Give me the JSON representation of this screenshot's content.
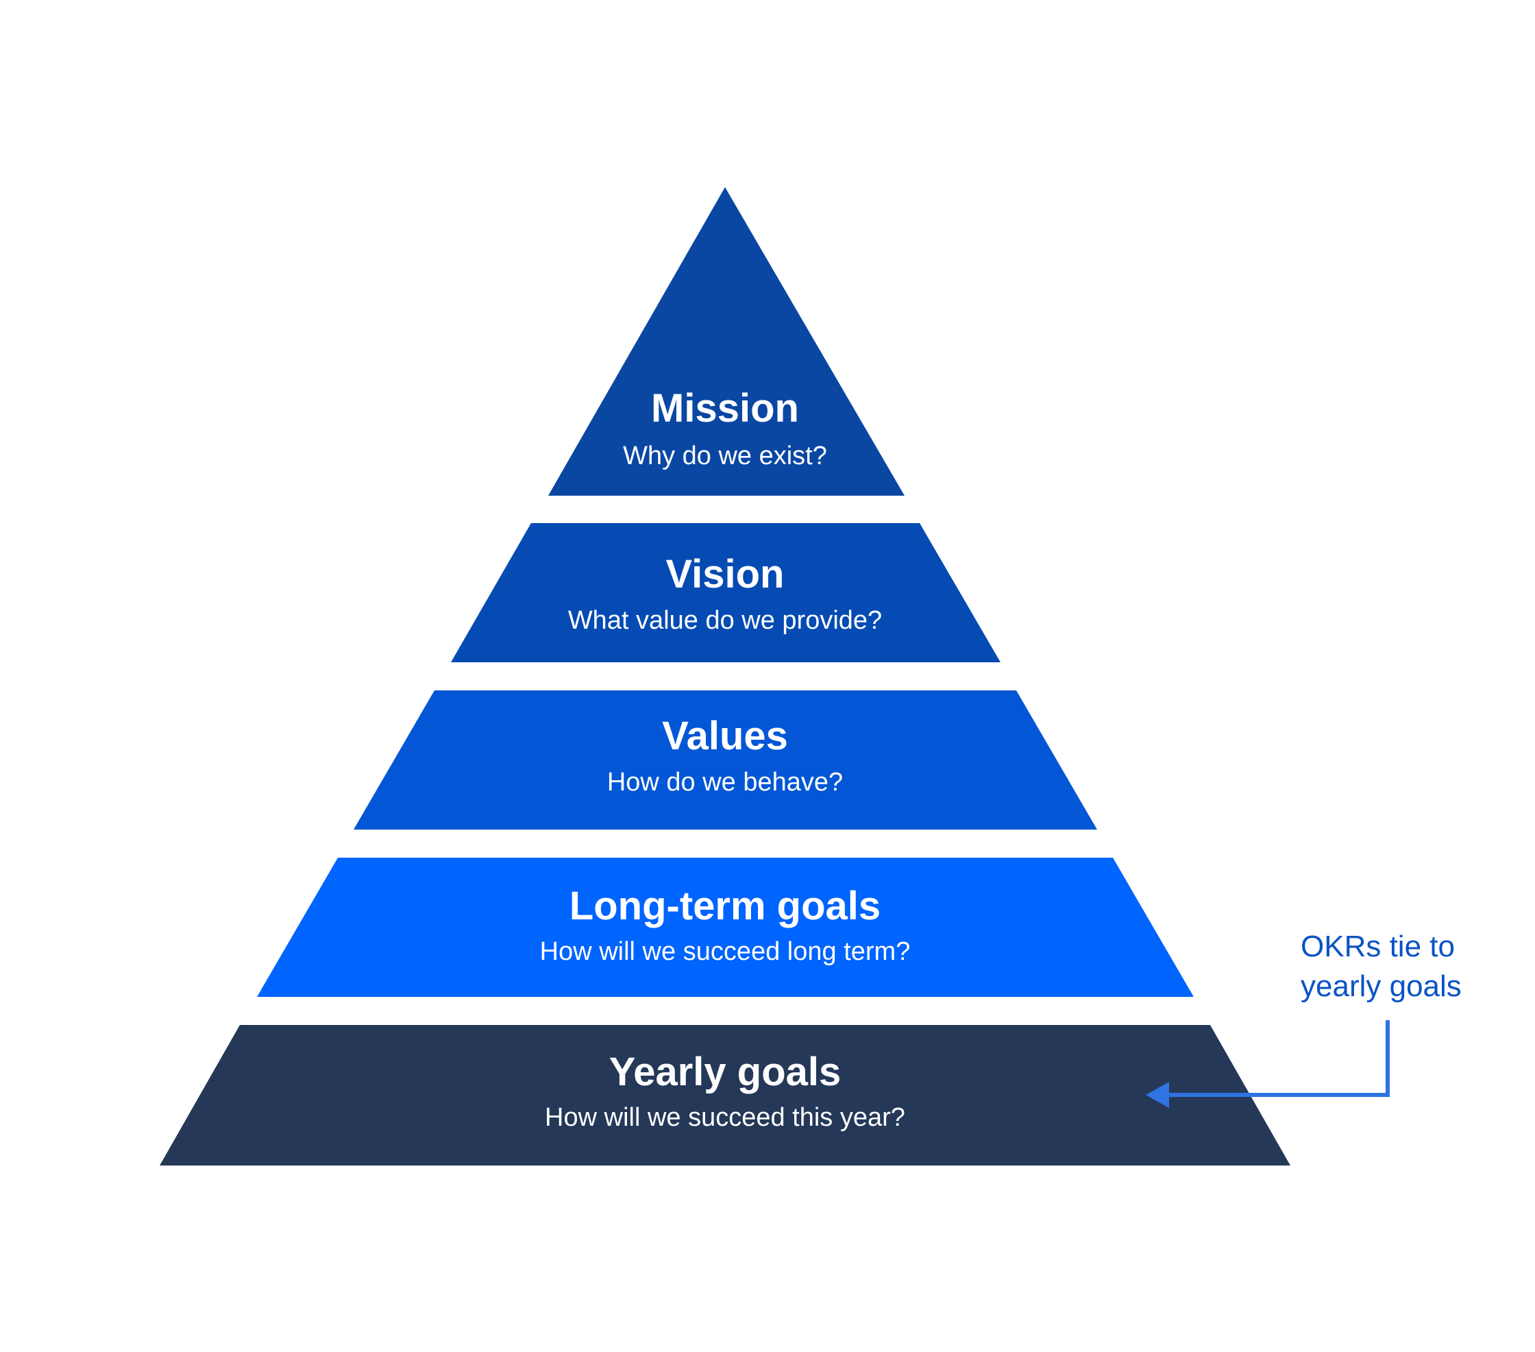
{
  "pyramid": {
    "tiers": [
      {
        "title": "Mission",
        "question": "Why do we exist?",
        "color": "#0A47A3"
      },
      {
        "title": "Vision",
        "question": "What value do we provide?",
        "color": "#054BB3"
      },
      {
        "title": "Values",
        "question": "How do we behave?",
        "color": "#0357D6"
      },
      {
        "title": "Long-term goals",
        "question": "How will we succeed long term?",
        "color": "#0064FF"
      },
      {
        "title": "Yearly goals",
        "question": "How will we succeed this year?",
        "color": "#253858"
      }
    ]
  },
  "annotation": {
    "line1": "OKRs tie to",
    "line2": "yearly goals",
    "text_color": "#0A53C6",
    "arrow_color": "#2F74E0",
    "points_to": "Yearly goals"
  }
}
